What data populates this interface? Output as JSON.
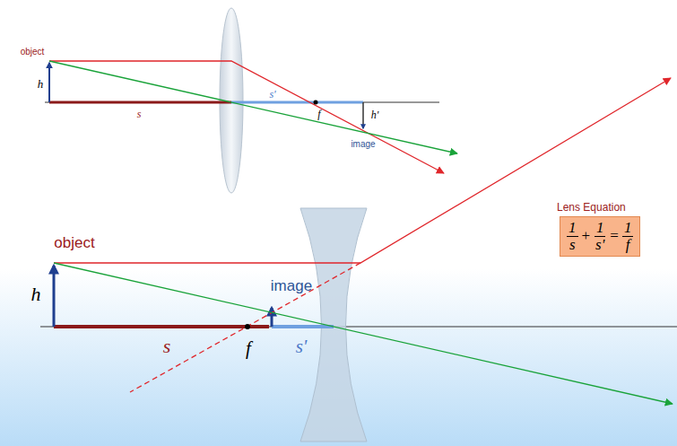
{
  "diagram": {
    "nodes": [
      {
        "text": [
          "Lens Equation",
          "1",
          "s",
          "+",
          "1",
          "s'",
          "=",
          "1",
          "f"
        ]
      }
    ],
    "labels": [
      "object",
      "h",
      "s",
      "s'",
      "f",
      "h'",
      "image",
      "object",
      "h",
      "image",
      "s",
      "f",
      "s'"
    ]
  }
}
